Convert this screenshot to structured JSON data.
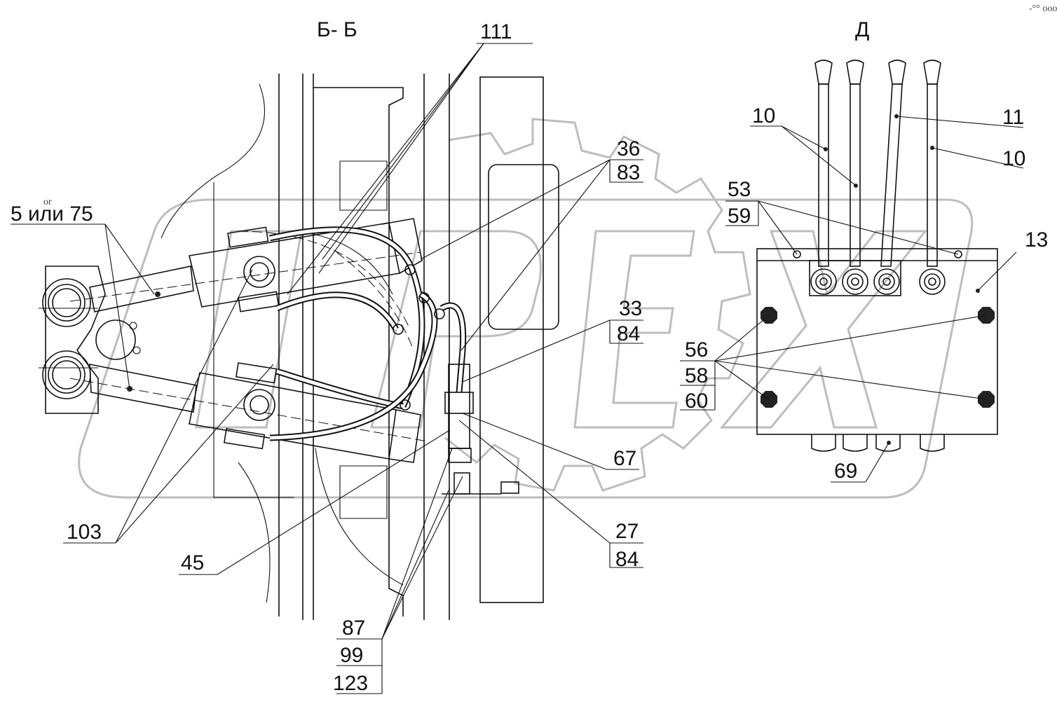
{
  "views": {
    "section_title": "Б- Б",
    "view_title": "Д"
  },
  "watermark": {
    "text": "OPEX"
  },
  "corner_mark": "-°° ooo",
  "labels": {
    "l111": "111",
    "l36": "36",
    "l83": "83",
    "l5or75": "5 или 75",
    "l33": "33",
    "l84a": "84",
    "l67": "67",
    "l27": "27",
    "l84b": "84",
    "l103": "103",
    "l45": "45",
    "l87": "87",
    "l99": "99",
    "l123": "123",
    "l10a": "10",
    "l11": "11",
    "l10b": "10",
    "l53": "53",
    "l59": "59",
    "l13": "13",
    "l56": "56",
    "l58": "58",
    "l60": "60",
    "l69": "69"
  },
  "small_text": "or",
  "colors": {
    "line": "#111111",
    "watermark": "#bdbdbd",
    "background": "#ffffff"
  }
}
